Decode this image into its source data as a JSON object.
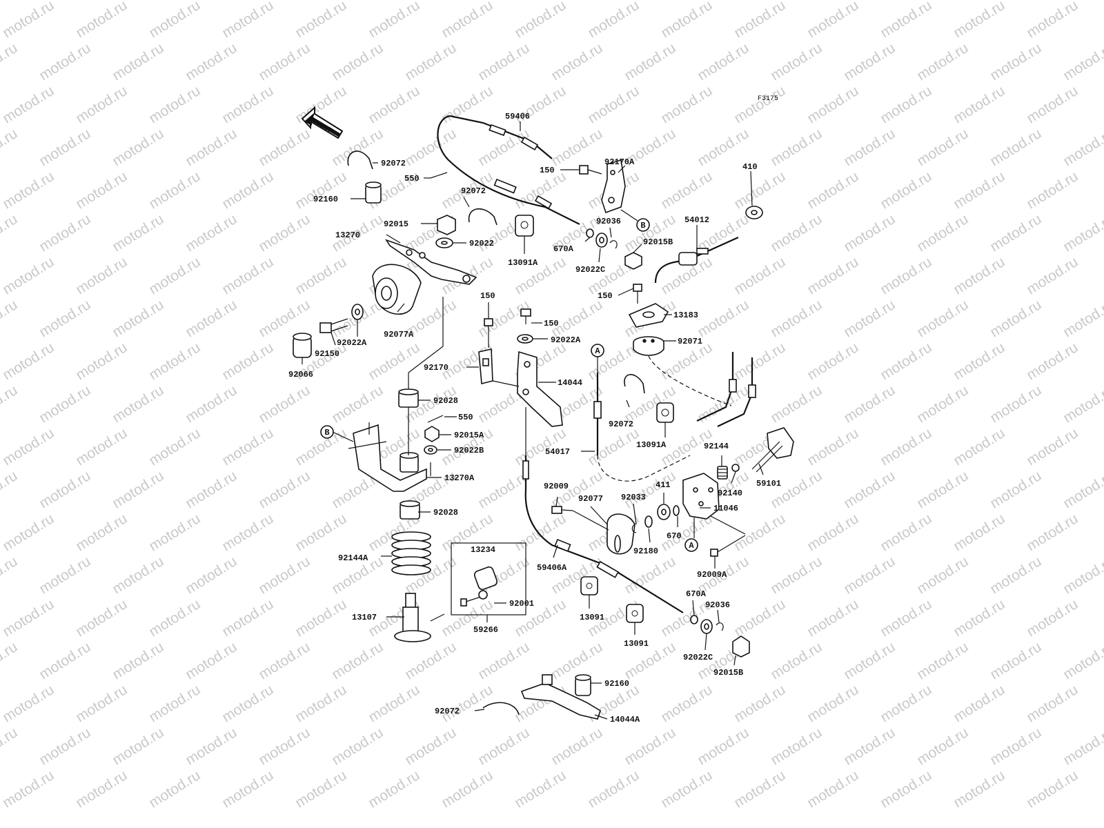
{
  "diagram_ref": "F3175",
  "watermark": "motod.ru",
  "front_arrow": "FRONT",
  "callout_letters": {
    "a": "A",
    "b": "B"
  },
  "part_numbers": {
    "p59406": "59406",
    "p92170A": "92170A",
    "p92072_1": "92072",
    "p92160_1": "92160",
    "p550_1": "550",
    "p92072_2": "92072",
    "p150_1": "150",
    "p410": "410",
    "p92015": "92015",
    "p13270": "13270",
    "p92022": "92022",
    "p13091A_1": "13091A",
    "p670A_1": "670A",
    "p92036_1": "92036",
    "p92022C_1": "92022C",
    "p92015B_1": "92015B",
    "p54012": "54012",
    "p150_2": "150",
    "p13183": "13183",
    "p150_3": "150",
    "p150_4": "150",
    "p92022A_1": "92022A",
    "p92077A": "92077A",
    "p92022A_2": "92022A",
    "p92150": "92150",
    "p92066": "92066",
    "p92071": "92071",
    "p92170": "92170",
    "p14044": "14044",
    "p92028_1": "92028",
    "p550_2": "550",
    "p92015A": "92015A",
    "p92022B": "92022B",
    "p13270A": "13270A",
    "p92072_3": "92072",
    "p13091A_2": "13091A",
    "p54017": "54017",
    "p92144": "92144",
    "p92140": "92140",
    "p59101": "59101",
    "p92009": "92009",
    "p92077": "92077",
    "p92033": "92033",
    "p411": "411",
    "p11046": "11046",
    "p92028_2": "92028",
    "p670": "670",
    "p92180": "92180",
    "p92009A": "92009A",
    "p92144A": "92144A",
    "p13234": "13234",
    "p59406A": "59406A",
    "p92001": "92001",
    "p13107": "13107",
    "p59266": "59266",
    "p13091_1": "13091",
    "p13091_2": "13091",
    "p670A_2": "670A",
    "p92036_2": "92036",
    "p92022C_2": "92022C",
    "p92015B_2": "92015B",
    "p92160_2": "92160",
    "p92072_4": "92072",
    "p14044A": "14044A"
  }
}
